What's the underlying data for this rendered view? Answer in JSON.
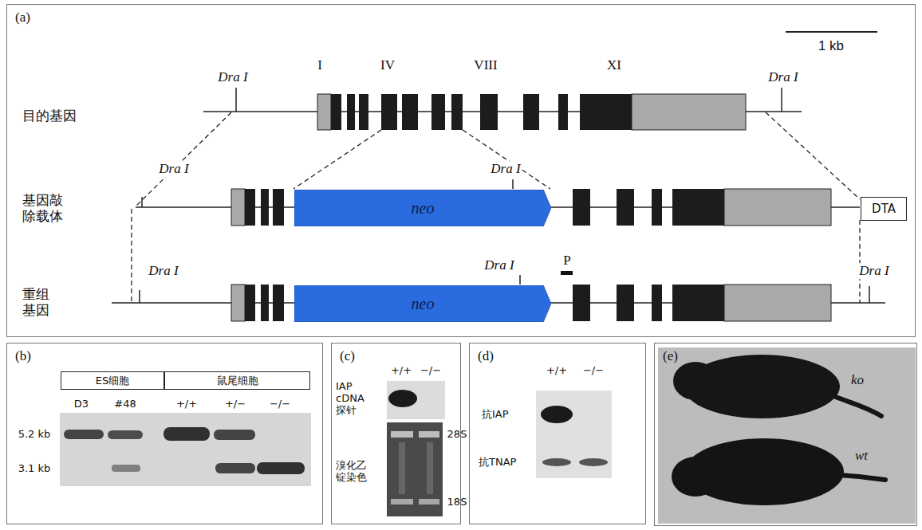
{
  "diagram": {
    "nodes": [
      {
        "text": [
          "(a)"
        ]
      },
      {
        "text": [
          "neo"
        ],
        "in": 0
      },
      {
        "text": [
          "neo"
        ],
        "in": 0
      },
      {
        "text": [
          "DTA"
        ],
        "in": 0
      },
      {
        "text": [
          "(b)"
        ]
      },
      {
        "text": [
          "ES细胞"
        ],
        "in": 4
      },
      {
        "text": [
          "鼠尾细胞"
        ],
        "in": 4
      },
      {
        "text": [
          "(c)"
        ]
      },
      {
        "text": [
          "(d)"
        ]
      },
      {
        "text": [
          "(e)"
        ]
      }
    ],
    "labels": [
      "1 kb",
      "Dra I",
      "I",
      "IV",
      "VIII",
      "XI",
      "Dra I",
      "目的基因",
      "Dra I",
      "Dra I",
      "基因敲 除载体",
      "Dra I",
      "Dra I",
      "P",
      "Dra I",
      "重组 基因",
      "D3",
      "#48",
      "+/+",
      "+/−",
      "−/−",
      "5.2 kb",
      "3.1 kb",
      "+/+",
      "−/−",
      "IAP cDNA 探针",
      "28S",
      "溴化乙 锭染色",
      "18S",
      "+/+",
      "−/−",
      "抗IAP",
      "抗TNAP",
      "ko",
      "wt"
    ]
  }
}
